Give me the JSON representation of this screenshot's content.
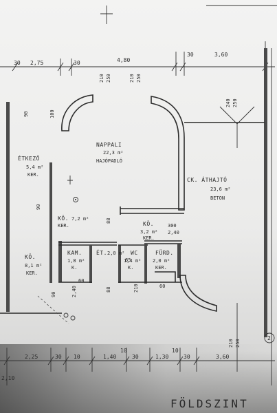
{
  "drawing": {
    "floor_title": "FÖLDSZINT",
    "grid_axis": "2",
    "rooms": [
      {
        "name": "NAPPALI",
        "area": "22,3 m²",
        "floor": "HAJÓPADLÓ"
      },
      {
        "name": "ÉTKEZŐ",
        "area": "5,4 m²",
        "floor": "KER."
      },
      {
        "name": "CK. ÁTHAJTÓ",
        "area": "23,6 m²",
        "floor": "BETON"
      },
      {
        "name": "KÖ.",
        "area": "7,2 m²",
        "floor": "KER."
      },
      {
        "name": "KÖ.",
        "area": "3,2 m²",
        "floor": "KER."
      },
      {
        "name": "KÖ.",
        "area": "8,1 m²",
        "floor": "KER."
      },
      {
        "name": "KAM.",
        "area": "1,8 m²",
        "floor": "K."
      },
      {
        "name": "ÉT.",
        "area": "2,0 m²",
        "floor": ""
      },
      {
        "name": "WC",
        "area": "1,4 m²",
        "floor": "K."
      },
      {
        "name": "FÜRD.",
        "area": "2,0 m²",
        "floor": "KER."
      }
    ],
    "top_dims": [
      "30",
      "2,75",
      "30",
      "4,80",
      "30",
      "3,60"
    ],
    "bottom_dims": [
      "2,25",
      "30",
      "10",
      "1,40",
      "10",
      "30",
      "1,30",
      "10",
      "30",
      "3,60"
    ],
    "vertical_dims": [
      "210",
      "250",
      "210",
      "250",
      "240",
      "250",
      "300",
      "2,40",
      "210",
      "250"
    ],
    "misc_dims": [
      "90",
      "100",
      "90",
      "60",
      "88",
      "88",
      "60",
      "2,40",
      "90",
      "210",
      "85"
    ],
    "corner_label": "2,10"
  }
}
